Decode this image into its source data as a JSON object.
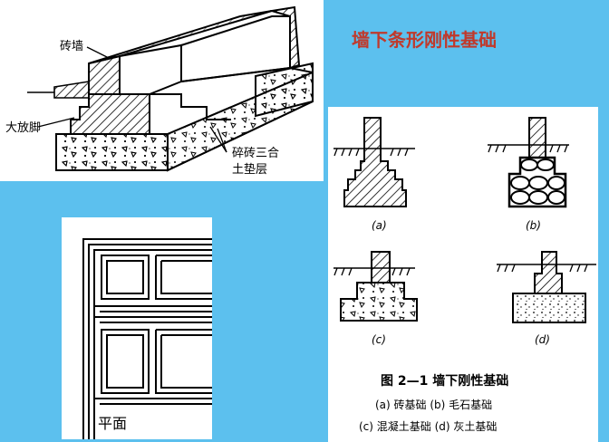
{
  "slide_title": "墙下条形刚性基础",
  "iso_figure": {
    "label_brick_wall": "砖墙",
    "label_footing_step": "大放脚",
    "label_bedding_line1": "碎砖三合",
    "label_bedding_line2": "土垫层"
  },
  "plan_figure": {
    "label": "平面"
  },
  "sections_figure": {
    "sub_a": "(a)",
    "sub_b": "(b)",
    "sub_c": "(c)",
    "sub_d": "(d)",
    "caption_title": "图 2—1   墙下刚性基础",
    "caption_line1": "(a) 砖基础    (b) 毛石基础",
    "caption_line2": "(c) 混凝土基础  (d) 灰土基础"
  },
  "colors": {
    "background": "#5cc0ee",
    "title": "#c0392b",
    "panel": "#ffffff"
  }
}
